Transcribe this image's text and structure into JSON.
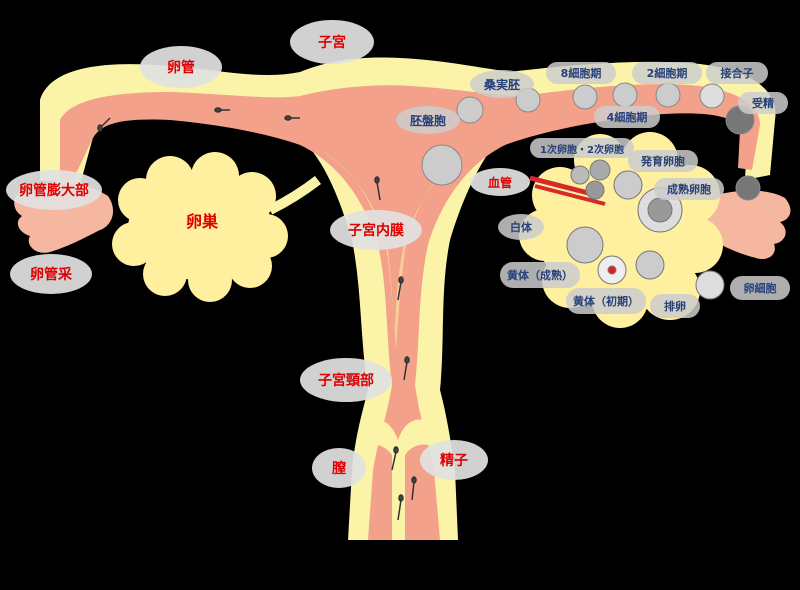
{
  "colors": {
    "background": "#000000",
    "organ_outer": "#fbf4a8",
    "organ_inner": "#f3a18a",
    "ovary": "#fff0a0",
    "label_red": "#e00000",
    "label_blue": "#26407a"
  },
  "labels": {
    "uterus": "子宮",
    "oviduct": "卵管",
    "ampulla": "卵管膨大部",
    "fimbria": "卵管采",
    "ovary": "卵巣",
    "endometrium": "子宮内膜",
    "cervix": "子宮頸部",
    "vagina": "膣",
    "sperm": "精子",
    "blood_vessel": "血管"
  },
  "stages": {
    "morula": "桑実胚",
    "eight_cell": "8細胞期",
    "two_cell": "2細胞期",
    "zygote": "接合子",
    "fertilization": "受精",
    "four_cell": "4細胞期",
    "blastocyst": "胚盤胞",
    "follicle_primary_secondary": "1次卵胞・2次卵胞",
    "developing_follicle": "発育卵胞",
    "mature_follicle": "成熟卵胞",
    "corpus_albicans": "白体",
    "corpus_luteum_mature": "黄体（成熟）",
    "corpus_luteum_early": "黄体（初期）",
    "ovulation": "排卵",
    "oocyte": "卵細胞"
  }
}
